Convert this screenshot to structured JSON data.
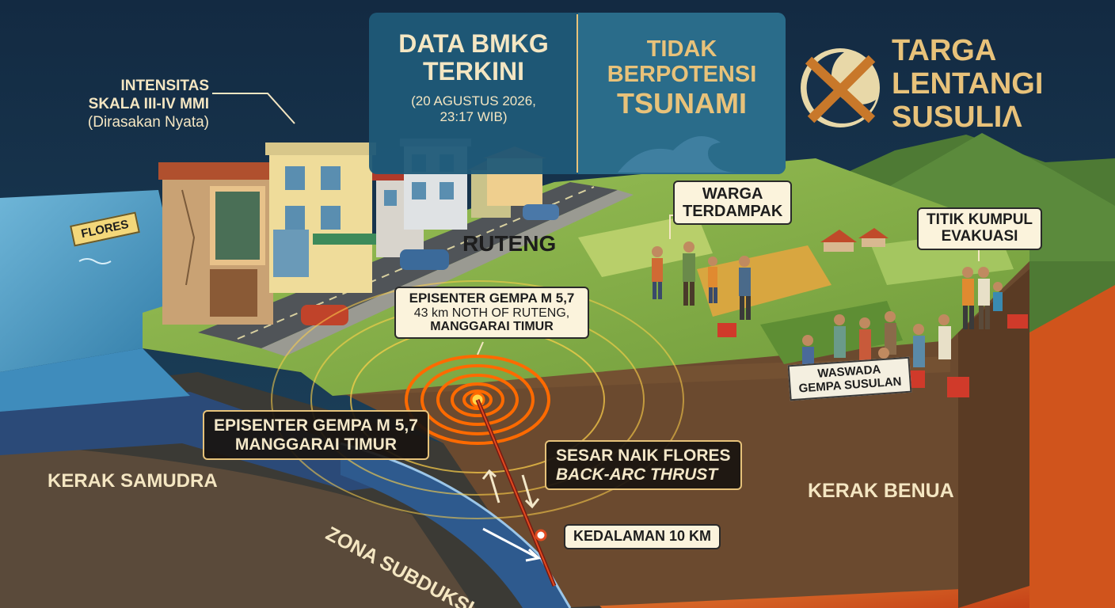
{
  "header": {
    "bmkg_title_line1": "DATA BMKG",
    "bmkg_title_line2": "TERKINI",
    "bmkg_date_line1": "(20 AGUSTUS 2026,",
    "bmkg_date_line2": "23:17 WIB)",
    "tsunami_line1": "TIDAK",
    "tsunami_line2": "BERPOTENSI",
    "tsunami_line3": "TSUNAMI",
    "brand_line1": "TARGA",
    "brand_line2": "LENTANGI",
    "brand_line3": "SUSULIΛ"
  },
  "labels": {
    "intensity_line1": "INTENSITAS",
    "intensity_line2": "SKALA III-IV MMI",
    "intensity_line3": "(Dirasakan Nyata)",
    "flores": "FLORES",
    "ruteng": "RUTENG",
    "warga_line1": "WARGA",
    "warga_line2": "TERDAMPAK",
    "titik_line1": "TITIK KUMPUL",
    "titik_line2": "EVAKUASI",
    "epicenter_top_line1": "EPISENTER GEMPA M 5,7",
    "epicenter_top_line2": "43 km NOTH OF RUTENG,",
    "epicenter_top_line3": "MANGGARAI TIMUR",
    "epicenter_left_line1": "EPISENTER GEMPA M 5,7",
    "epicenter_left_line2": "MANGGARAI TIMUR",
    "sesar_line1": "SESAR NAIK FLORES",
    "sesar_line2": "BACK-ARC THRUST",
    "banner_line1": "WASWADA",
    "banner_line2": "GEMPA SUSULAN",
    "kerak_samudra": "KERAK SAMUDRA",
    "kerak_benua": "KERAK BENUA",
    "zona_subduksi": "ZONA SUBDUKSI",
    "kedalaman": "KEDALAMAN 10 KM"
  },
  "colors": {
    "sky": "#16304a",
    "panel": "#1f5a78",
    "accent_gold": "#e8c27a",
    "sea": "#4a9cc4",
    "land_green": "#86b048",
    "crust_brown": "#6b4a2f",
    "magma": "#e0601e",
    "epicenter": "#ff6a00"
  },
  "icons": [
    "earthquake-logo-icon",
    "wave-icon",
    "epicenter-icon",
    "fault-arrow-icon",
    "first-aid-kit-icon"
  ]
}
